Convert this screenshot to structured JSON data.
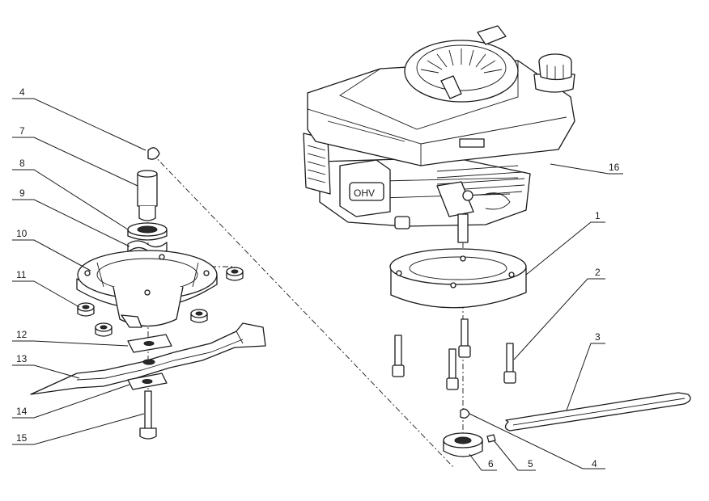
{
  "callouts": {
    "c1": "1",
    "c2": "2",
    "c3": "3",
    "c4a": "4",
    "c4b": "4",
    "c5": "5",
    "c6": "6",
    "c7": "7",
    "c8": "8",
    "c9": "9",
    "c10": "10",
    "c11": "11",
    "c12": "12",
    "c13": "13",
    "c14": "14",
    "c15": "15",
    "c16": "16"
  },
  "engine_badge": "OHV"
}
